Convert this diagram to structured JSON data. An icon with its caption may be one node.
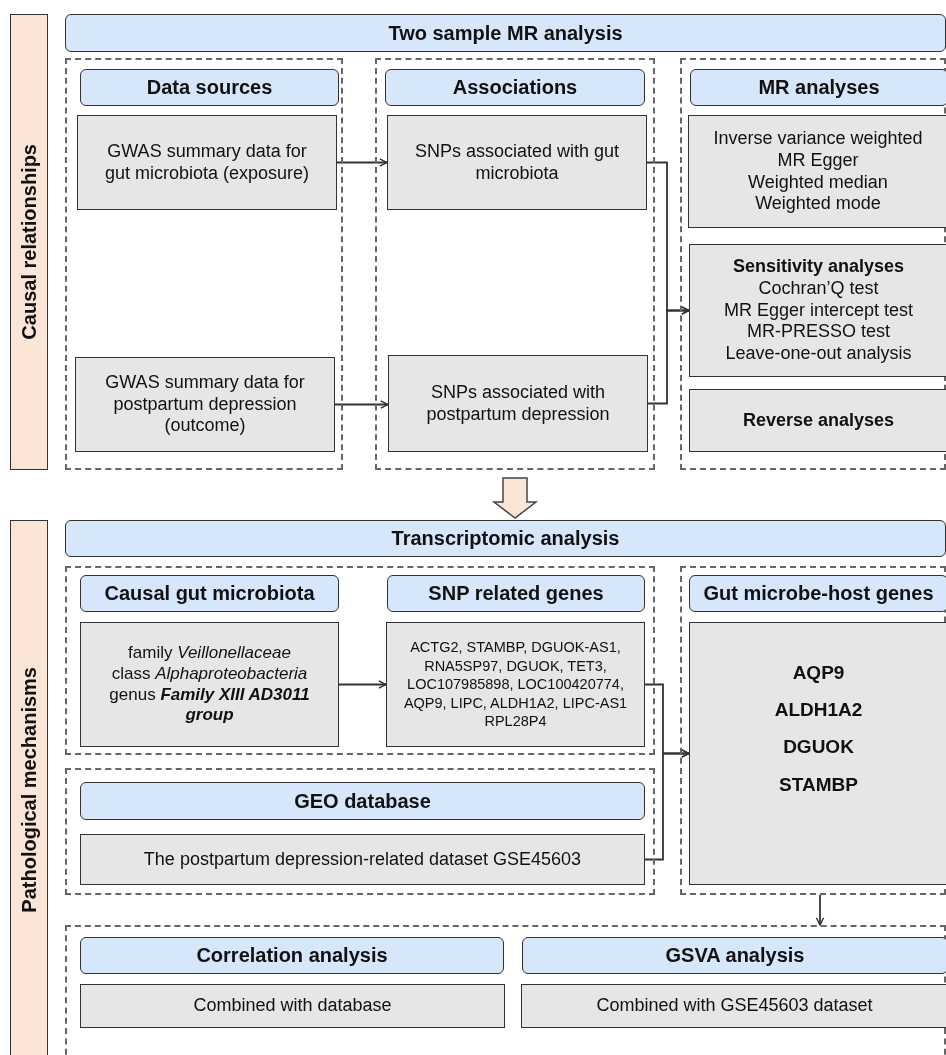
{
  "diagram": {
    "nodes": [
      {
        "text": [
          "Causal relationships"
        ]
      },
      {
        "text": [
          "Two sample MR analysis"
        ]
      },
      {
        "text": [],
        "shape": "box"
      },
      {
        "text": [
          "Data sources"
        ],
        "in": 2
      },
      {
        "text": [
          "GWAS summary data for gut microbiota (exposure)"
        ],
        "in": 2
      },
      {
        "text": [
          "GWAS summary data for postpartum depression (outcome)"
        ],
        "in": 2
      },
      {
        "text": [],
        "shape": "box"
      },
      {
        "text": [
          "Associations"
        ],
        "in": 6
      },
      {
        "text": [
          "SNPs associated with gut microbiota"
        ],
        "in": 6
      },
      {
        "text": [
          "SNPs associated with postpartum depression"
        ],
        "in": 6
      },
      {
        "text": [],
        "shape": "box"
      },
      {
        "text": [
          "MR analyses"
        ],
        "in": 10
      },
      {
        "text": [
          "Inverse variance weighted",
          "MR Egger",
          "Weighted median",
          "Weighted mode"
        ],
        "in": 10
      },
      {
        "text": [
          "Sensitivity analyses",
          "Cochran’Q test",
          "MR Egger intercept test",
          "MR-PRESSO test",
          "Leave-one-out analysis"
        ],
        "in": 10
      },
      {
        "text": [
          "Reverse analyses"
        ],
        "in": 10
      },
      {
        "text": [
          "Pathological mechanisms"
        ]
      },
      {
        "text": [
          "Transcriptomic analysis"
        ]
      },
      {
        "text": [],
        "shape": "box"
      },
      {
        "text": [
          "Causal gut microbiota"
        ],
        "in": 17
      },
      {
        "text": [
          "family *Veillonellaceae*",
          "class *Alphaproteobacteria*",
          "genus **Family XIII AD3011 group**"
        ],
        "in": 17
      },
      {
        "text": [
          "SNP related genes"
        ],
        "in": 17
      },
      {
        "text": [
          "ACTG2, STAMBP, DGUOK-AS1, RNA5SP97, DGUOK, TET3, LOC107985898, LOC100420774, AQP9, LIPC, ALDH1A2, LIPC-AS1 RPL28P4"
        ],
        "in": 17
      },
      {
        "text": [],
        "shape": "box"
      },
      {
        "text": [
          "GEO database"
        ],
        "in": 22
      },
      {
        "text": [
          "The postpartum depression-related dataset GSE45603"
        ],
        "in": 22
      },
      {
        "text": [],
        "shape": "box"
      },
      {
        "text": [
          "Gut microbe-host genes"
        ],
        "in": 25
      },
      {
        "text": [
          "AQP9",
          "ALDH1A2",
          "DGUOK",
          "STAMBP"
        ],
        "in": 25
      },
      {
        "text": [],
        "shape": "box"
      },
      {
        "text": [
          "Correlation analysis"
        ],
        "in": 28
      },
      {
        "text": [
          "Combined with database"
        ],
        "in": 28
      },
      {
        "text": [
          "GSVA analysis"
        ],
        "in": 28
      },
      {
        "text": [
          "Combined with GSE45603 dataset"
        ],
        "in": 28
      }
    ],
    "edges": [
      {
        "from": 4,
        "to": 8,
        "arrow": "to"
      },
      {
        "from": 5,
        "to": 9,
        "arrow": "to"
      },
      {
        "from": 8,
        "to": 13,
        "arrow": "to"
      },
      {
        "from": 9,
        "to": 13,
        "arrow": "to"
      },
      {
        "from": 6,
        "to": 16,
        "arrow": "to",
        "style": "thick",
        "color": "#fbe5d6"
      },
      {
        "from": 19,
        "to": 21,
        "arrow": "to"
      },
      {
        "from": 21,
        "to": 27,
        "arrow": "to"
      },
      {
        "from": 24,
        "to": 27,
        "arrow": "to"
      },
      {
        "from": 25,
        "to": 28,
        "arrow": "to"
      }
    ]
  }
}
